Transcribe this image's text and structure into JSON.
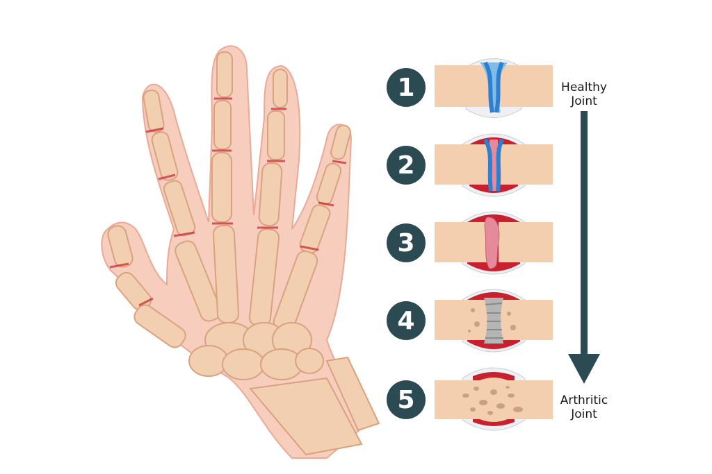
{
  "diagram": {
    "title": "Rheumatoid arthritis joint progression",
    "hand_label": "hand-skeleton-illustration",
    "stages": [
      {
        "number": "1",
        "state": "healthy",
        "synovial_color": "#3a8fd8"
      },
      {
        "number": "2",
        "state": "early-inflammation",
        "synovial_color": "#3a8fd8"
      },
      {
        "number": "3",
        "state": "cartilage-loss",
        "synovial_color": "#e48a9a"
      },
      {
        "number": "4",
        "state": "erosion",
        "synovial_color": "#a8a8a8"
      },
      {
        "number": "5",
        "state": "fused",
        "synovial_color": "#c23040"
      }
    ],
    "top_label_line1": "Healthy",
    "top_label_line2": "Joint",
    "bottom_label_line1": "Arthritic",
    "bottom_label_line2": "Joint",
    "colors": {
      "badge": "#2b4a52",
      "arrow": "#2b4a52",
      "bone": "#f2cba8",
      "skin": "#f6c9b9",
      "inflammation": "#c8202f"
    }
  }
}
